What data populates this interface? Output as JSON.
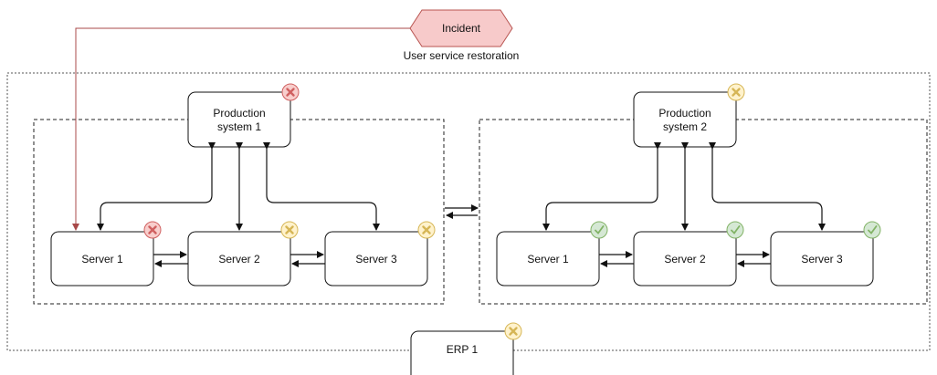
{
  "incident": {
    "label": "Incident",
    "caption": "User service restoration"
  },
  "left_group": {
    "production": {
      "line1": "Production",
      "line2": "system 1",
      "status": "error"
    },
    "servers": [
      {
        "label": "Server 1",
        "status": "error"
      },
      {
        "label": "Server 2",
        "status": "warning"
      },
      {
        "label": "Server 3",
        "status": "warning"
      }
    ]
  },
  "right_group": {
    "production": {
      "line1": "Production",
      "line2": "system 2",
      "status": "warning"
    },
    "servers": [
      {
        "label": "Server 1",
        "status": "ok"
      },
      {
        "label": "Server 2",
        "status": "ok"
      },
      {
        "label": "Server 3",
        "status": "ok"
      }
    ]
  },
  "erp": {
    "label": "ERP 1",
    "status": "warning"
  },
  "colors": {
    "incident_fill": "#f7caca",
    "incident_stroke": "#b85450",
    "error_fill": "#f8cecc",
    "error_stroke": "#d06060",
    "warning_fill": "#fff2cc",
    "warning_stroke": "#d6b656",
    "ok_fill": "#d5e8d4",
    "ok_stroke": "#82b366"
  }
}
